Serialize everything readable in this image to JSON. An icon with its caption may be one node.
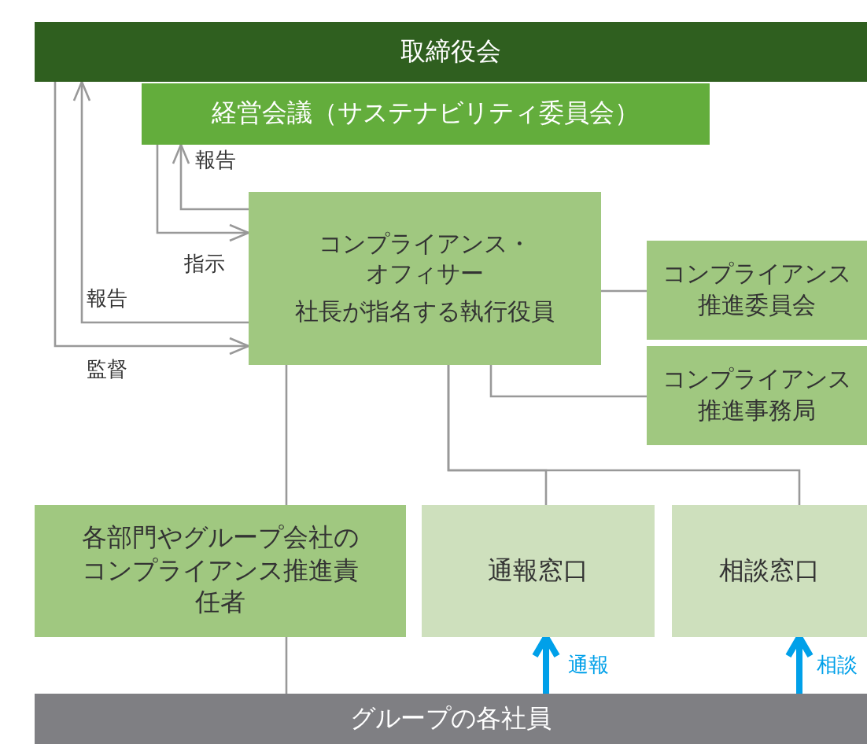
{
  "diagram": {
    "nodes": [
      {
        "text": [
          "取締役会"
        ]
      },
      {
        "text": [
          "経営会議（サステナビリティ委員会）"
        ]
      },
      {
        "text": [
          "コンプライアンス・オフィサー",
          "社長が指名する執行役員"
        ]
      },
      {
        "text": [
          "コンプライアンス推進委員会"
        ]
      },
      {
        "text": [
          "コンプライアンス推進事務局"
        ]
      },
      {
        "text": [
          "各部門やグループ会社のコンプライアンス推進責任者"
        ]
      },
      {
        "text": [
          "通報窓口"
        ]
      },
      {
        "text": [
          "相談窓口"
        ]
      },
      {
        "text": [
          "グループの各社員"
        ]
      }
    ],
    "edges": [
      {
        "from": 2,
        "to": 1,
        "arrow": "to",
        "label": "報告"
      },
      {
        "from": 1,
        "to": 2,
        "arrow": "to",
        "label": "指示"
      },
      {
        "from": 2,
        "to": 0,
        "arrow": "to",
        "label": "報告"
      },
      {
        "from": 0,
        "to": 2,
        "arrow": "to",
        "label": "監督"
      },
      {
        "from": 2,
        "to": 3,
        "arrow": "none"
      },
      {
        "from": 2,
        "to": 4,
        "arrow": "none"
      },
      {
        "from": 2,
        "to": 5,
        "arrow": "none"
      },
      {
        "from": 5,
        "to": 8,
        "arrow": "none"
      },
      {
        "from": 2,
        "to": 6,
        "arrow": "none"
      },
      {
        "from": 2,
        "to": 7,
        "arrow": "none"
      },
      {
        "from": 8,
        "to": 6,
        "arrow": "to",
        "label": "通報",
        "style": "thick",
        "color": "#00a0e9"
      },
      {
        "from": 8,
        "to": 7,
        "arrow": "to",
        "label": "相談",
        "style": "thick",
        "color": "#00a0e9"
      }
    ]
  }
}
